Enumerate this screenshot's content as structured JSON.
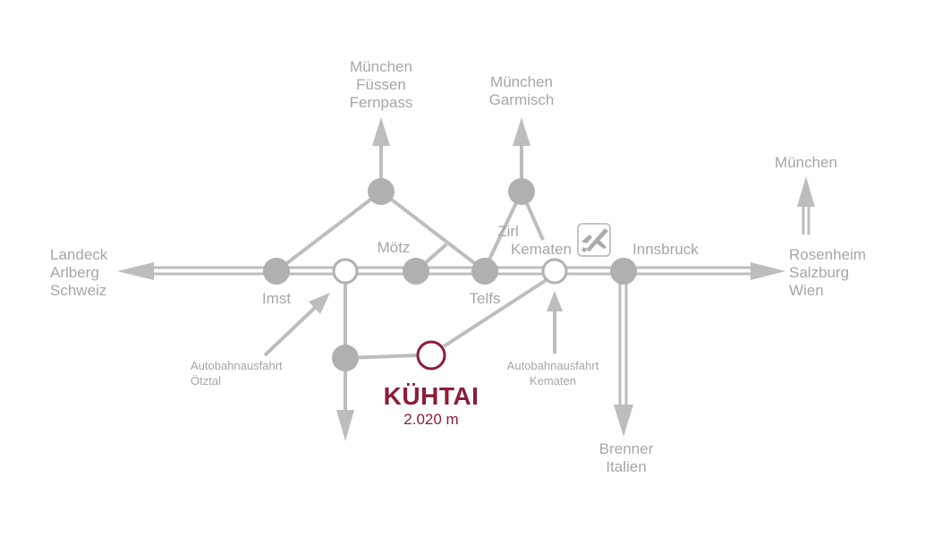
{
  "colors": {
    "road": "#bdbdbd",
    "node": "#b0b0b0",
    "label": "#a6a6a6",
    "accent": "#8c1c38",
    "background": "#ffffff"
  },
  "icons": {
    "airport": "airplane-icon"
  },
  "labels": {
    "west_destination": [
      "Landeck",
      "Arlberg",
      "Schweiz"
    ],
    "north_west_destination": [
      "München",
      "Füssen",
      "Fernpass"
    ],
    "north_destination": [
      "München",
      "Garmisch"
    ],
    "north_east_destination": [
      "München"
    ],
    "east_destination": [
      "Rosenheim",
      "Salzburg",
      "Wien"
    ],
    "south_destination": [
      "Brenner",
      "Italien"
    ],
    "town_imst": "Imst",
    "town_moetz": "Mötz",
    "town_telfs": "Telfs",
    "town_zirl": "Zirl",
    "town_kematen": "Kematen",
    "town_innsbruck": "Innsbruck",
    "exit_oetztal": [
      "Autobahnausfahrt",
      "Ötztal"
    ],
    "exit_kematen": [
      "Autobahnausfahrt",
      "Kematen"
    ]
  },
  "destination": {
    "name": "KÜHTAI",
    "altitude": "2.020 m"
  }
}
